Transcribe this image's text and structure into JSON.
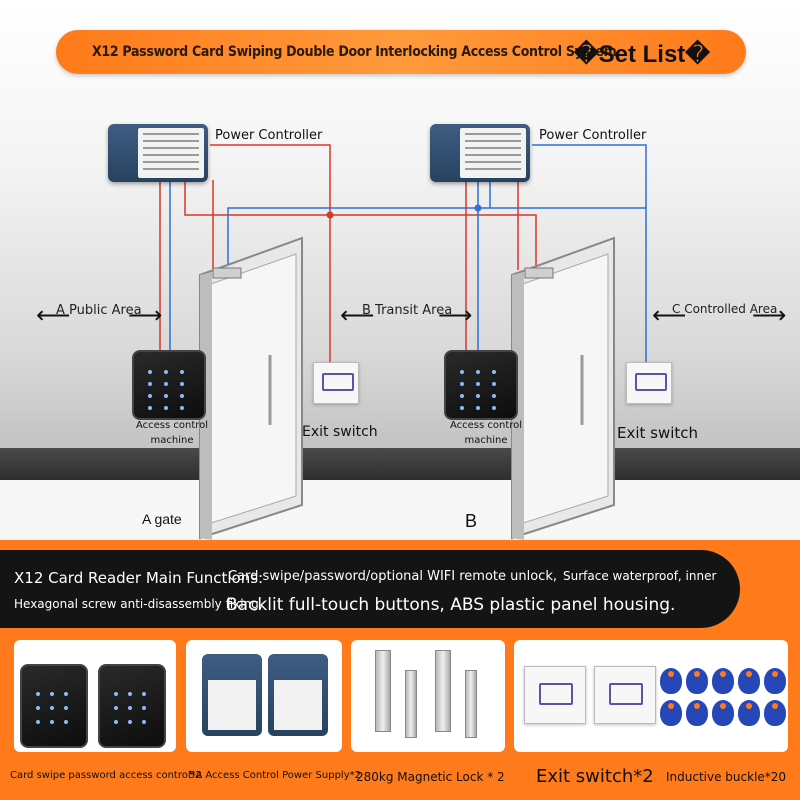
{
  "header": {
    "title": "X12 Password Card Swiping Double Door Interlocking Access Control System",
    "set_list": "�Set List�"
  },
  "diagram": {
    "power_controller_1": "Power Controller",
    "power_controller_2": "Power Controller",
    "area_a": "A Public Area",
    "area_b": "B Transit Area",
    "area_c": "C Controlled Area",
    "access_machine_1": "Access control machine",
    "access_machine_2": "Access control machine",
    "exit_switch_1": "Exit switch",
    "exit_switch_2": "Exit switch",
    "gate_a": "A gate",
    "gate_b": "B"
  },
  "functions": {
    "title": "X12 Card Reader Main Functions:",
    "item1": "Card swipe/password/optional WIFI remote unlock,",
    "item2": "Surface waterproof, inner",
    "item3": "Hexagonal screw anti-disassembly fixing,",
    "item4": "Backlit full-touch buttons, ABS plastic panel housing."
  },
  "products": [
    {
      "caption": "Card swipe password access control*2"
    },
    {
      "caption": "5A Access Control Power Supply*2"
    },
    {
      "caption": "280kg Magnetic Lock * 2"
    },
    {
      "caption": "Exit switch*2"
    },
    {
      "caption": "Inductive buckle*20"
    }
  ],
  "colors": {
    "accent": "#ff7a1a",
    "wire_red": "#d9362b",
    "wire_blue": "#2f6fd6"
  }
}
